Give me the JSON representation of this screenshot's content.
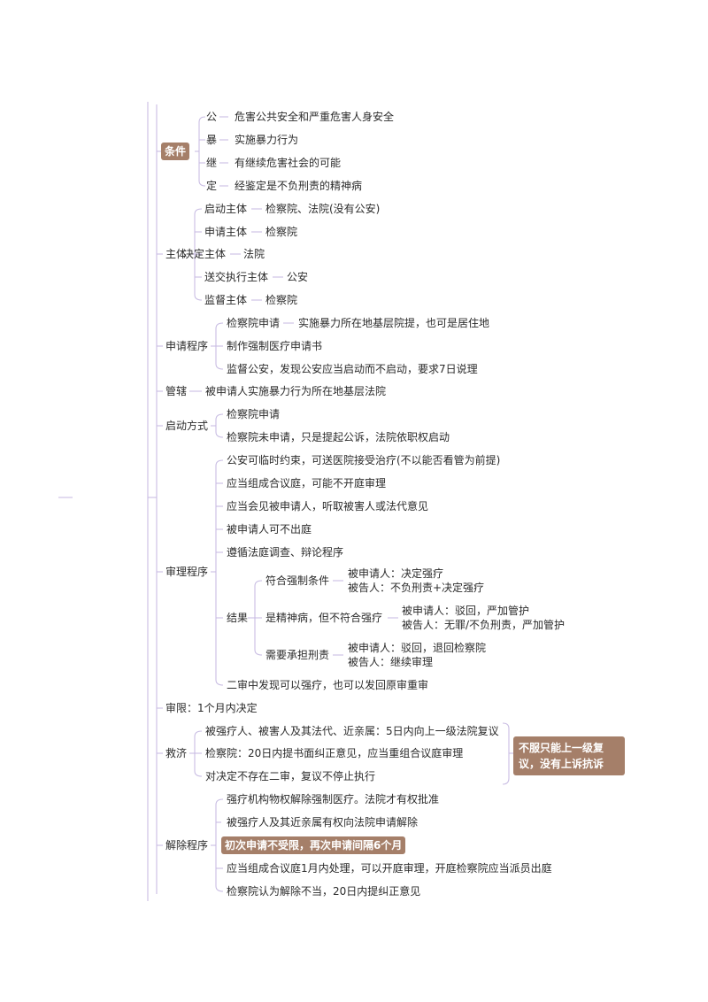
{
  "tiaojian": {
    "label": "条件",
    "items": [
      {
        "k": "公",
        "v": "危害公共安全和严重危害人身安全"
      },
      {
        "k": "暴",
        "v": "实施暴力行为"
      },
      {
        "k": "继",
        "v": "有继续危害社会的可能"
      },
      {
        "k": "定",
        "v": "经鉴定是不负刑责的精神病"
      }
    ]
  },
  "zhuti": {
    "label": "主体",
    "items": [
      {
        "k": "启动主体",
        "v": "检察院、法院(没有公安)"
      },
      {
        "k": "申请主体",
        "v": "检察院"
      },
      {
        "k": "决定主体",
        "v": "法院"
      },
      {
        "k": "送交执行主体",
        "v": "公安"
      },
      {
        "k": "监督主体",
        "v": "检察院"
      }
    ]
  },
  "shenqing": {
    "label": "申请程序",
    "item1_k": "检察院申请",
    "item1_v": "实施暴力所在地基层院提，也可是居住地",
    "item2": "制作强制医疗申请书",
    "item3": "监督公安，发现公安应当启动而不启动，要求7日说理"
  },
  "guanxia": {
    "label": "管辖",
    "value": "被申请人实施暴力行为所在地基层法院"
  },
  "qidong": {
    "label": "启动方式",
    "items": [
      "检察院申请",
      "检察院未申请，只是提起公诉，法院依职权启动"
    ]
  },
  "shenli": {
    "label": "审理程序",
    "items": [
      "公安可临时约束，可送医院接受治疗(不以能否看管为前提)",
      "应当组成合议庭，可能不开庭审理",
      "应当会见被申请人，听取被害人或法代意见",
      "被申请人可不出庭",
      "遵循法庭调查、辩论程序"
    ],
    "jieguo": {
      "label": "结果",
      "a": {
        "label": "符合强制条件",
        "l1": "被申请人：决定强疗",
        "l2": "被告人：不负刑责+决定强疗"
      },
      "b": {
        "label": "是精神病，但不符合强疗",
        "l1": "被申请人：驳回，严加管护",
        "l2": "被告人：无罪/不负刑责，严加管护"
      },
      "c": {
        "label": "需要承担刑责",
        "l1": "被申请人：驳回，退回检察院",
        "l2": "被告人：继续审理"
      }
    },
    "last": "二审中发现可以强疗，也可以发回原审重审"
  },
  "shenxian": {
    "label": "审限：1个月内决定"
  },
  "jiuji": {
    "label": "救济",
    "items": [
      "被强疗人、被害人及其法代、近亲属：5日内向上一级法院复议",
      "检察院：20日内提书面纠正意见，应当重组合议庭审理",
      "对决定不存在二审，复议不停止执行"
    ],
    "note": "不服只能上一级复议，没有上诉抗诉"
  },
  "jiechu": {
    "label": "解除程序",
    "items": [
      "强疗机构物权解除强制医疗。法院才有权批准",
      "被强疗人及其近亲属有权向法院申请解除",
      "初次申请不受限，再次申请间隔6个月",
      "应当组成合议庭1月内处理，可以开庭审理，开庭检察院应当派员出庭",
      "检察院认为解除不当，20日内提纠正意见"
    ]
  }
}
